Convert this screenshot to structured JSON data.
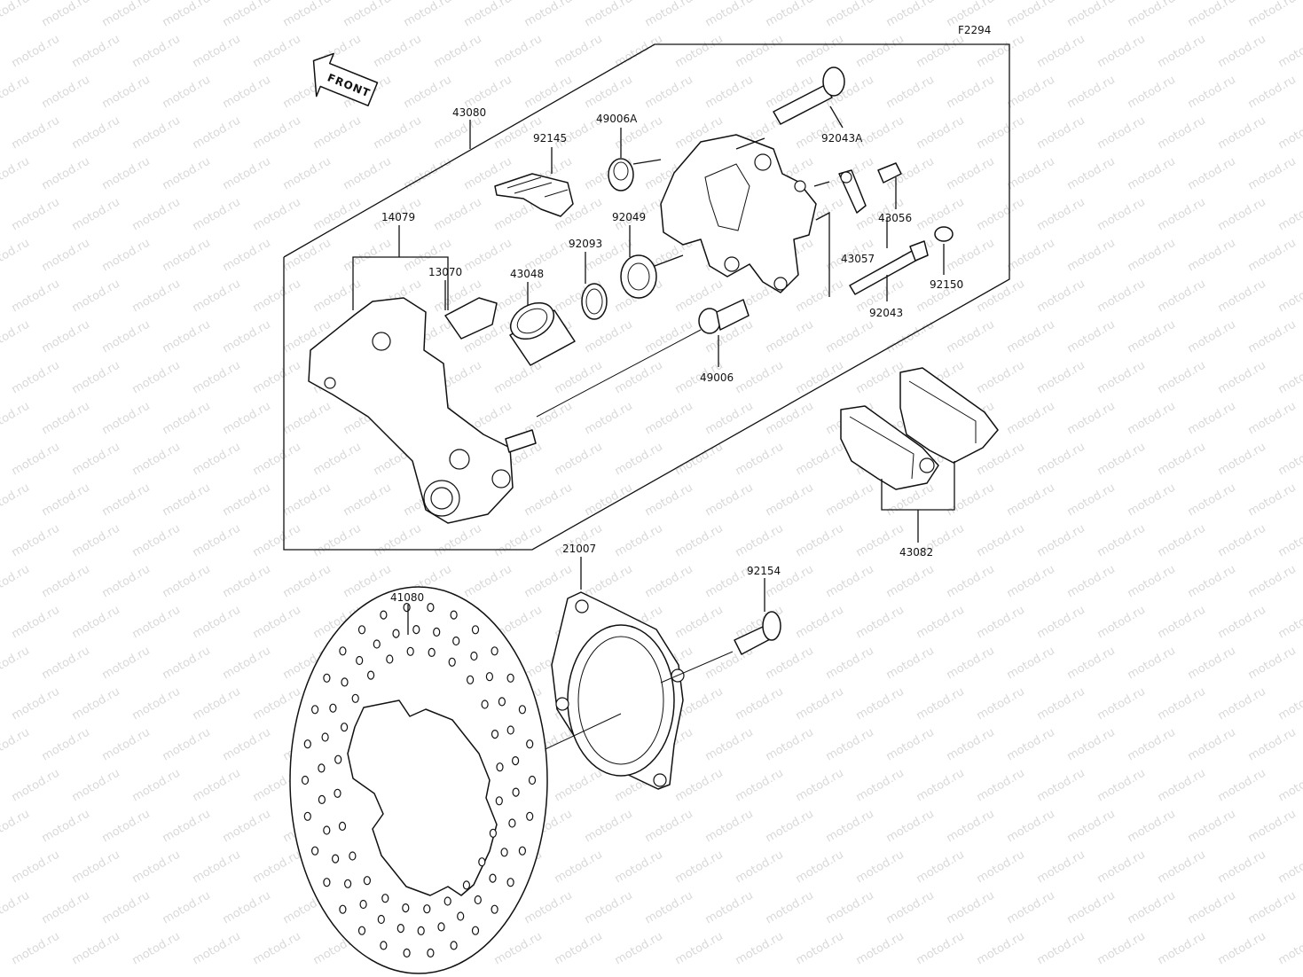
{
  "diagram": {
    "code": "F2294",
    "front_label": "FRONT",
    "watermark": "motod.ru",
    "parts": {
      "p43080": "43080",
      "p92145": "92145",
      "p49006A": "49006A",
      "p92043A": "92043A",
      "p43056": "43056",
      "p43057": "43057",
      "p92150": "92150",
      "p92043": "92043",
      "p92049": "92049",
      "p92093": "92093",
      "p43048": "43048",
      "p13070": "13070",
      "p14079": "14079",
      "p49006": "49006",
      "p43082": "43082",
      "p21007": "21007",
      "p92154": "92154",
      "p41080": "41080"
    }
  }
}
